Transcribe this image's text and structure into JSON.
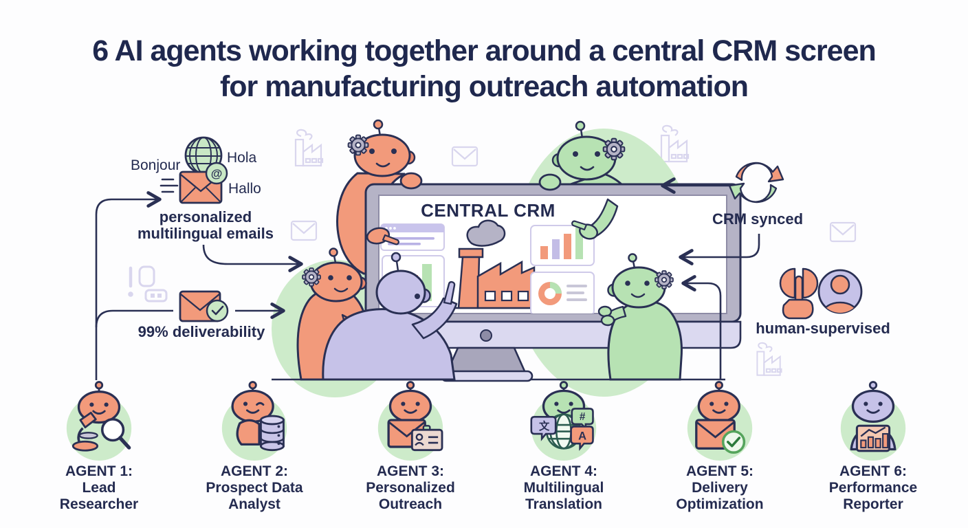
{
  "title": "6 AI agents working together around a central CRM screen for manufacturing outreach automation",
  "scene": {
    "screen_title": "CENTRAL CRM",
    "greetings": [
      "Bonjour",
      "Hola",
      "Hallo"
    ],
    "labels": {
      "multilingual": "personalized multilingual emails",
      "deliverability": "99% deliverability",
      "crm_synced": "CRM synced",
      "human_supervised": "human-supervised"
    },
    "icons_text": {
      "at": "@",
      "zh": "文",
      "hash": "#",
      "latin": "A"
    },
    "icons": [
      "globe-icon",
      "email-icon",
      "at-badge-icon",
      "email-check-icon",
      "sync-icon",
      "click-hand-icon",
      "person-avatar-icon",
      "monitor",
      "factory-icon",
      "bar-chart-icon",
      "donut-chart-icon",
      "browser-window-icon",
      "robot-icons",
      "factory-outline-icon",
      "envelope-outline-icon",
      "alert-outline-icon"
    ]
  },
  "agents": [
    {
      "title": "AGENT 1:",
      "role": "Lead Researcher",
      "icon": "microscope-magnifier"
    },
    {
      "title": "AGENT 2:",
      "role": "Prospect Data Analyst",
      "icon": "database"
    },
    {
      "title": "AGENT 3:",
      "role": "Personalized Outreach",
      "icon": "envelope-idcard"
    },
    {
      "title": "AGENT 4:",
      "role": "Multilingual Translation",
      "icon": "globe-languages"
    },
    {
      "title": "AGENT 5:",
      "role": "Delivery Optimization",
      "icon": "envelope-check"
    },
    {
      "title": "AGENT 6:",
      "role": "Performance Reporter",
      "icon": "chart-report"
    }
  ],
  "colors": {
    "ink": "#2a3054",
    "title_navy": "#1f284e",
    "orange": "#f29a7b",
    "green": "#b7e2b3",
    "light_green": "#cdebca",
    "lavender": "#c6c2e8",
    "light_lavender": "#dbd9f0",
    "gray": "#b5b3c6",
    "faint_outline": "#d9d6ee",
    "background": "#fdfdfe"
  }
}
